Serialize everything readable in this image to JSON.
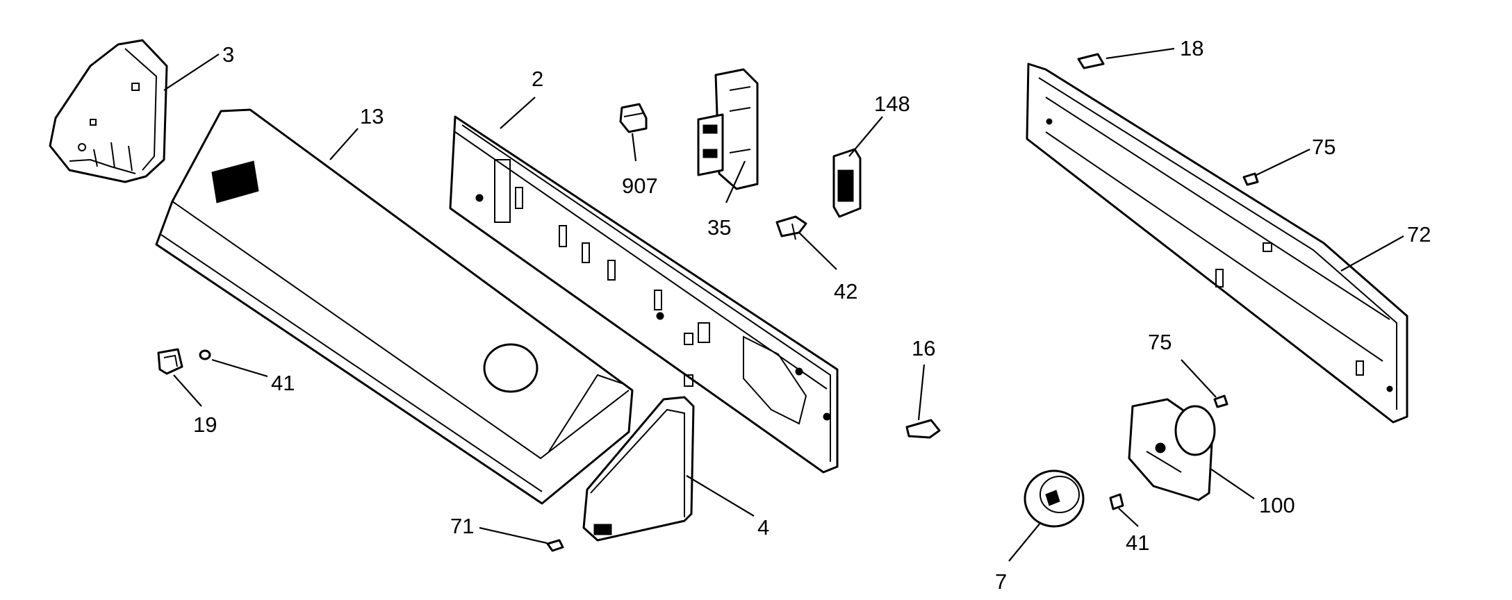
{
  "diagram": {
    "callouts": [
      {
        "id": "3",
        "text": "3"
      },
      {
        "id": "13",
        "text": "13"
      },
      {
        "id": "2",
        "text": "2"
      },
      {
        "id": "907",
        "text": "907"
      },
      {
        "id": "35",
        "text": "35"
      },
      {
        "id": "148",
        "text": "148"
      },
      {
        "id": "42",
        "text": "42"
      },
      {
        "id": "41a",
        "text": "41"
      },
      {
        "id": "19",
        "text": "19"
      },
      {
        "id": "16",
        "text": "16"
      },
      {
        "id": "71",
        "text": "71"
      },
      {
        "id": "4",
        "text": "4"
      },
      {
        "id": "18",
        "text": "18"
      },
      {
        "id": "75a",
        "text": "75"
      },
      {
        "id": "72",
        "text": "72"
      },
      {
        "id": "75b",
        "text": "75"
      },
      {
        "id": "100",
        "text": "100"
      },
      {
        "id": "41b",
        "text": "41"
      },
      {
        "id": "7",
        "text": "7"
      }
    ]
  }
}
